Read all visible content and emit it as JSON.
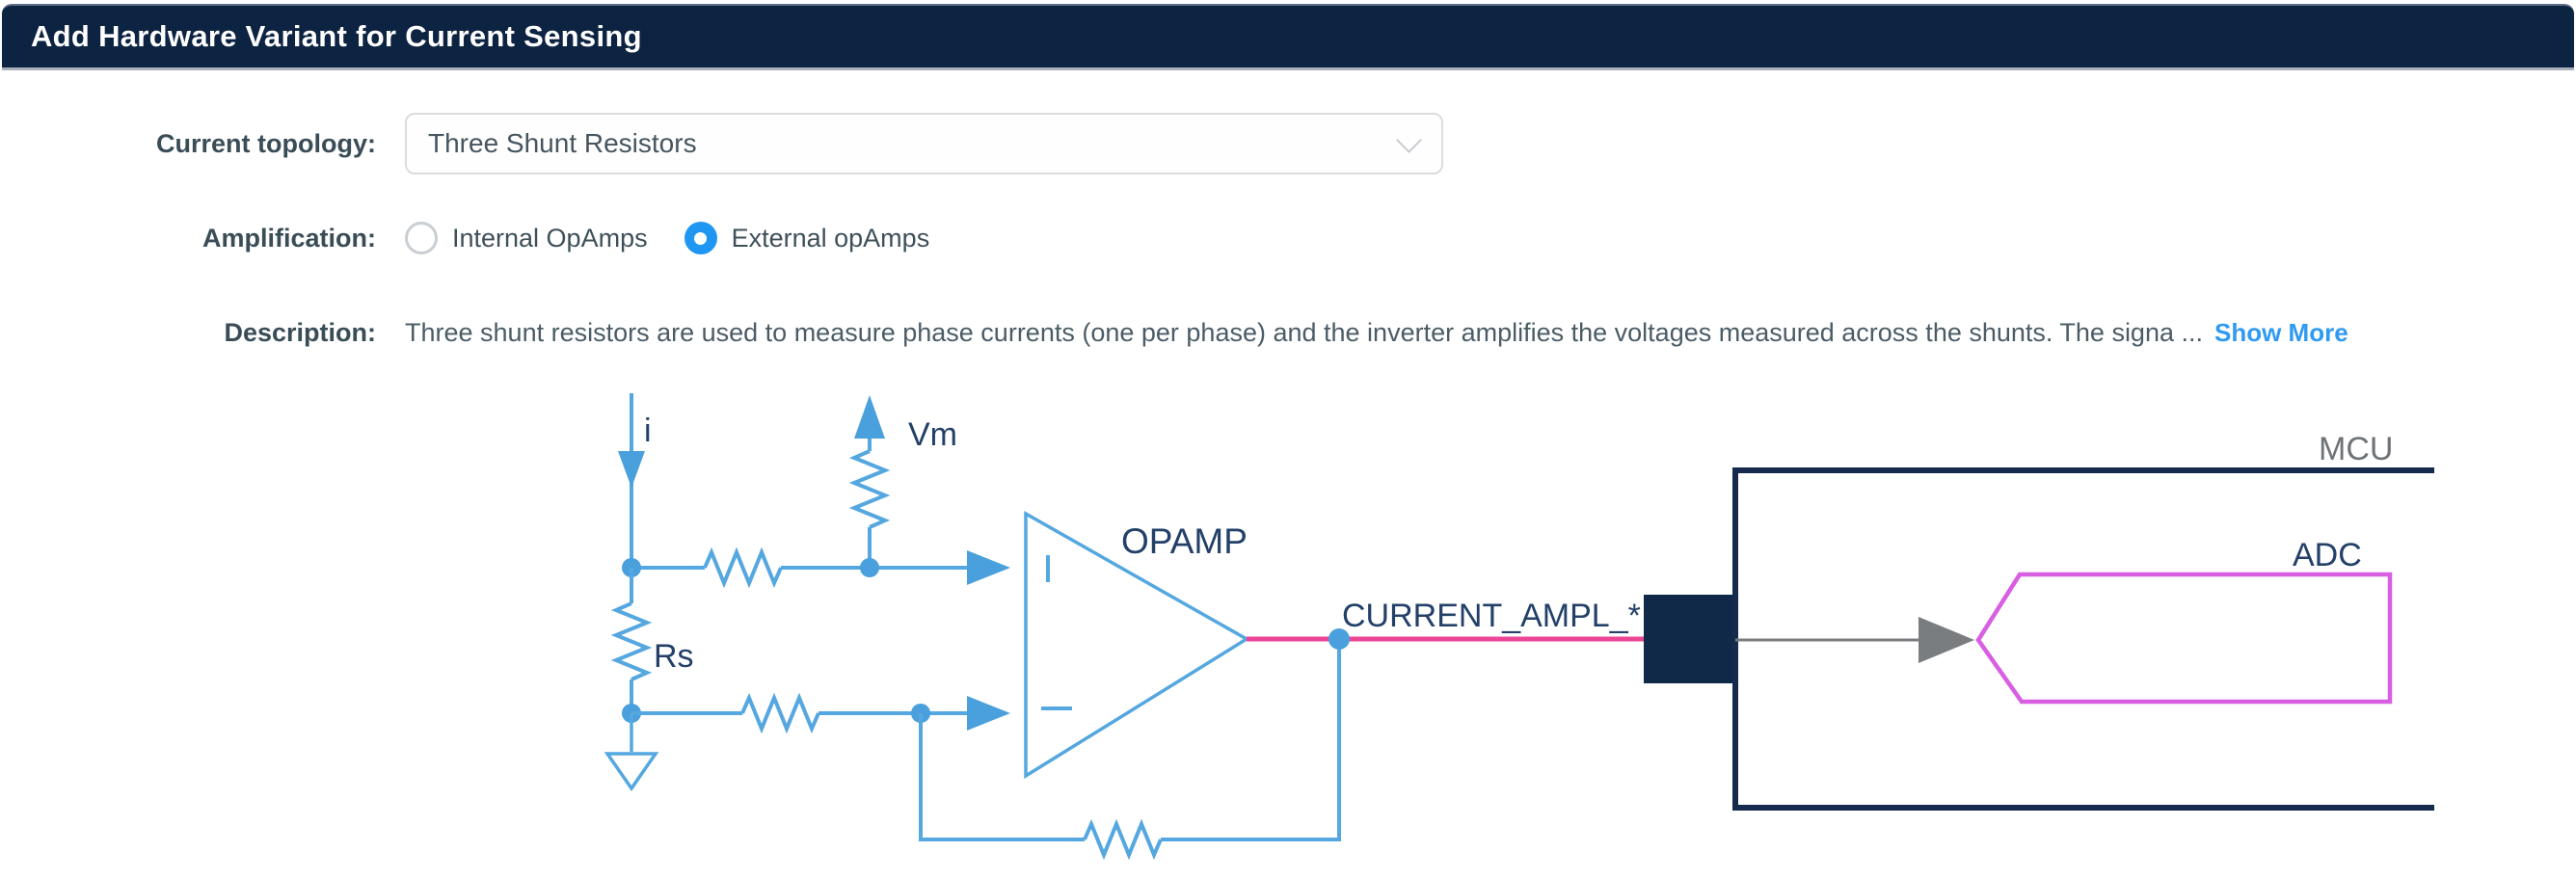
{
  "header": {
    "title": "Add Hardware Variant for Current Sensing"
  },
  "form": {
    "topology": {
      "label": "Current topology:",
      "value": "Three Shunt Resistors"
    },
    "amplification": {
      "label": "Amplification:",
      "options": [
        {
          "label": "Internal OpAmps",
          "selected": false
        },
        {
          "label": "External opAmps",
          "selected": true
        }
      ]
    },
    "description": {
      "label": "Description:",
      "text": "Three shunt resistors are used to measure phase currents (one per phase) and the inverter amplifies the voltages measured across the shunts. The signa ...",
      "show_more": "Show More"
    }
  },
  "diagram": {
    "labels": {
      "current": "i",
      "vm": "Vm",
      "rs": "Rs",
      "opamp": "OPAMP",
      "signal": "CURRENT_AMPL_*",
      "mcu": "MCU",
      "adc": "ADC"
    },
    "colors": {
      "circuit_blue": "#55a7e0",
      "signal_pink": "#eb4696",
      "adc_magenta": "#d85fe2",
      "navy": "#112948",
      "arrow_gray": "#7a7d80",
      "label_navy": "#234068",
      "mcu_label_gray": "#6e7378"
    }
  },
  "theme": {
    "header_bg": "#0d2342",
    "radio_selected": "#2096f3",
    "link_blue": "#2f9af1",
    "label_text": "#3a4d57",
    "body_text": "#4b5c66"
  }
}
